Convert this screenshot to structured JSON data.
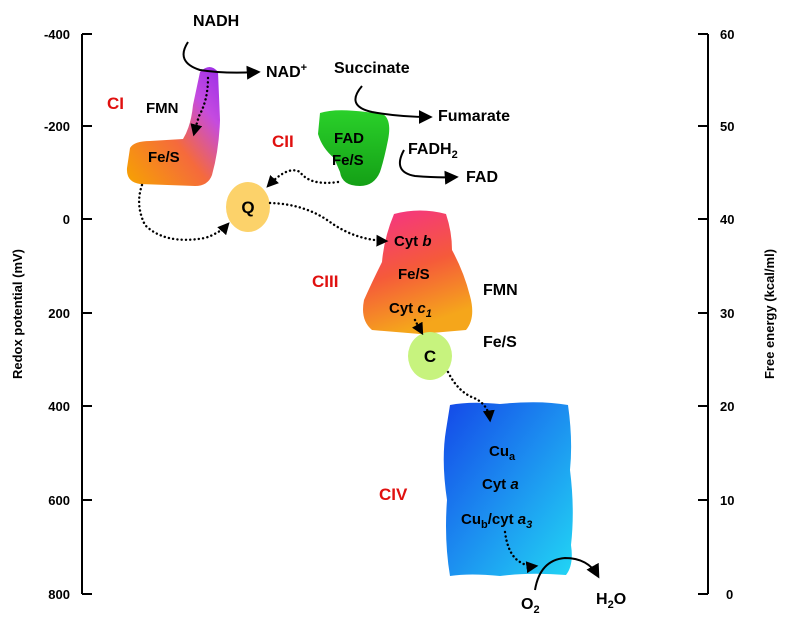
{
  "left_axis": {
    "title": "Redox potential (mV)",
    "ticks": [
      "-400",
      "-200",
      "0",
      "200",
      "400",
      "600",
      "800"
    ]
  },
  "right_axis": {
    "title": "Free energy (kcal/ml)",
    "ticks": [
      "60",
      "50",
      "40",
      "30",
      "20",
      "10",
      "0"
    ]
  },
  "complexes": {
    "c1": {
      "label": "CI",
      "fmn": "FMN",
      "fes": "Fe/S",
      "nadh": "NADH",
      "nad_base": "NAD",
      "nad_sup": "+"
    },
    "c2": {
      "label": "CII",
      "fad": "FAD",
      "fes": "Fe/S",
      "succinate": "Succinate",
      "fumarate": "Fumarate",
      "fadh2_base": "FADH",
      "fadh2_sub": "2",
      "fad_out": "FAD"
    },
    "q": {
      "label": "Q"
    },
    "c3": {
      "label": "CIII",
      "cytb_a": "Cyt ",
      "cytb_b": "b",
      "fes": "Fe/S",
      "cytc1_a": "Cyt ",
      "cytc1_b": "c",
      "cytc1_c": "1",
      "side_fmn": "FMN",
      "side_fes": "Fe/S"
    },
    "c": {
      "label": "C"
    },
    "c4": {
      "label": "CIV",
      "cua_base": "Cu",
      "cua_sub": "a",
      "cyta_a": "Cyt ",
      "cyta_b": "a",
      "cub_base": "Cu",
      "cub_sub": "b",
      "cub_mid": "/cyt ",
      "cub_a": "a",
      "cub_sub3": "3",
      "o2_base": "O",
      "o2_sub": "2",
      "h2o_h": "H",
      "h2o_sub": "2",
      "h2o_o": "O"
    }
  },
  "colors": {
    "label_red": "#e0100f",
    "c2_green": "#22c31c",
    "q_fill": "#fcd26a",
    "c_fill": "#c7f37e"
  }
}
